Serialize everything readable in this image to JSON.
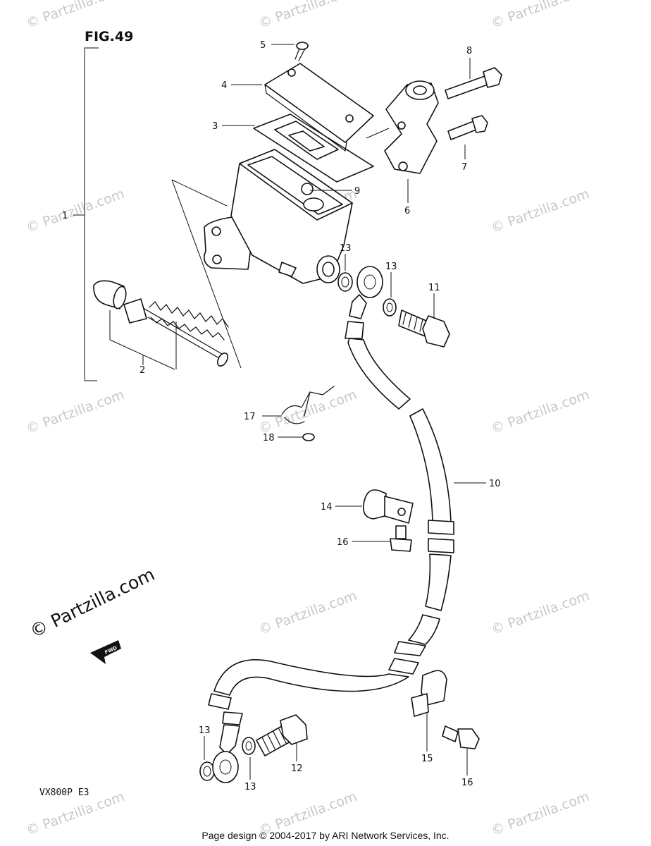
{
  "figure": {
    "title": "FIG.49",
    "model": "VX800P  E3"
  },
  "watermark": {
    "text": "© Partzilla.com"
  },
  "fwd_label": "FWD",
  "callouts": [
    {
      "id": "c1",
      "label": "1"
    },
    {
      "id": "c2",
      "label": "2"
    },
    {
      "id": "c3",
      "label": "3"
    },
    {
      "id": "c4",
      "label": "4"
    },
    {
      "id": "c5",
      "label": "5"
    },
    {
      "id": "c6",
      "label": "6"
    },
    {
      "id": "c7",
      "label": "7"
    },
    {
      "id": "c8",
      "label": "8"
    },
    {
      "id": "c9",
      "label": "9"
    },
    {
      "id": "c10",
      "label": "10"
    },
    {
      "id": "c11",
      "label": "11"
    },
    {
      "id": "c12",
      "label": "12"
    },
    {
      "id": "c13a",
      "label": "13"
    },
    {
      "id": "c13b",
      "label": "13"
    },
    {
      "id": "c13c",
      "label": "13"
    },
    {
      "id": "c13d",
      "label": "13"
    },
    {
      "id": "c14",
      "label": "14"
    },
    {
      "id": "c15",
      "label": "15"
    },
    {
      "id": "c16a",
      "label": "16"
    },
    {
      "id": "c16b",
      "label": "16"
    },
    {
      "id": "c17",
      "label": "17"
    },
    {
      "id": "c18",
      "label": "18"
    }
  ],
  "footer": {
    "text": "Page design © 2004-2017 by ARI Network Services, Inc."
  }
}
